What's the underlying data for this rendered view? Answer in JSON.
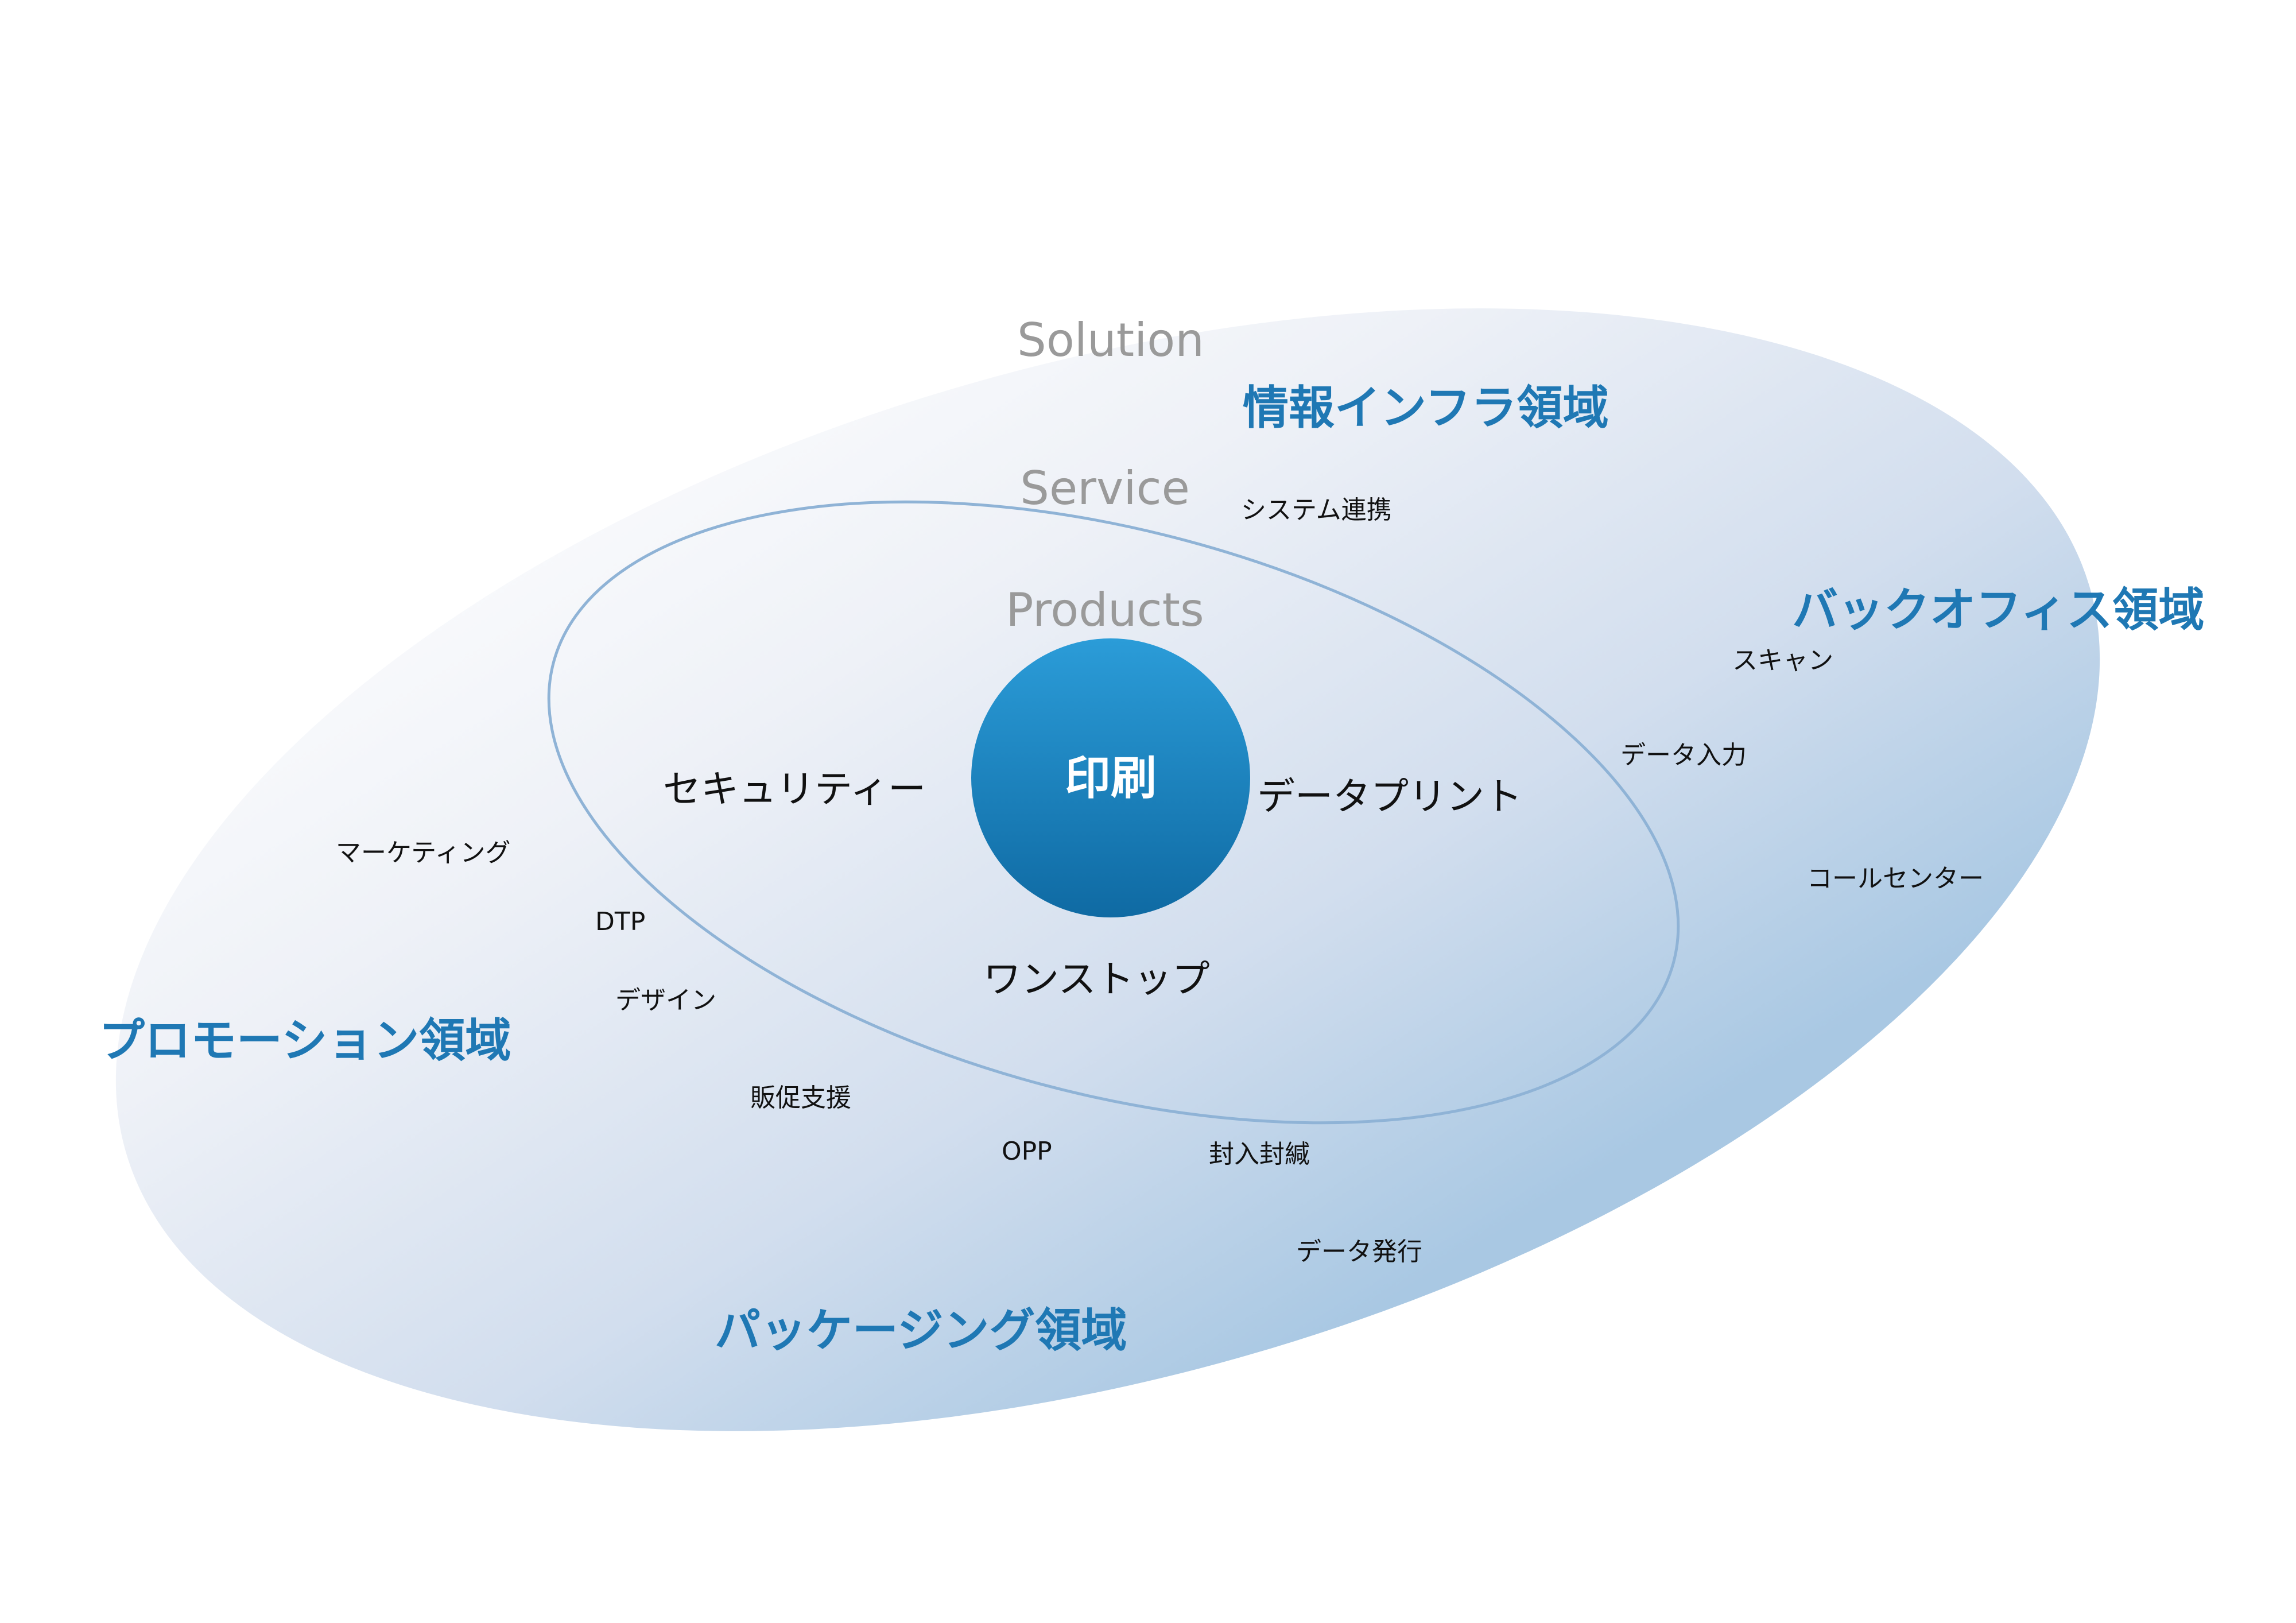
{
  "layers": {
    "solution": "Solution",
    "service": "Service",
    "products": "Products"
  },
  "core": "印刷",
  "domains": {
    "info_infra": "情報インフラ領域",
    "back_office": "バックオフィス領域",
    "promotion": "プロモーション領域",
    "packaging": "パッケージング領域"
  },
  "services": {
    "security": "セキュリティー",
    "data_print": "データプリント",
    "one_stop": "ワンストップ"
  },
  "solutions": {
    "system_integration": "システム連携",
    "scan": "スキャン",
    "data_entry": "データ入力",
    "call_center": "コールセンター",
    "marketing": "マーケティング",
    "dtp": "DTP",
    "design": "デザイン",
    "sales_promotion": "販促支援",
    "opp": "OPP",
    "enclosing_sealing": "封入封緘",
    "data_issuance": "データ発行"
  },
  "colors": {
    "domain_text": "#1f78b4",
    "layer_text": "#9a9a9a",
    "outer_gradient_start": "#ffffff",
    "outer_gradient_end": "#a9c8e3",
    "inner_ring_stroke": "#8fb3d6",
    "core_gradient_top": "#2b9cd8",
    "core_gradient_bottom": "#0f6aa3"
  }
}
